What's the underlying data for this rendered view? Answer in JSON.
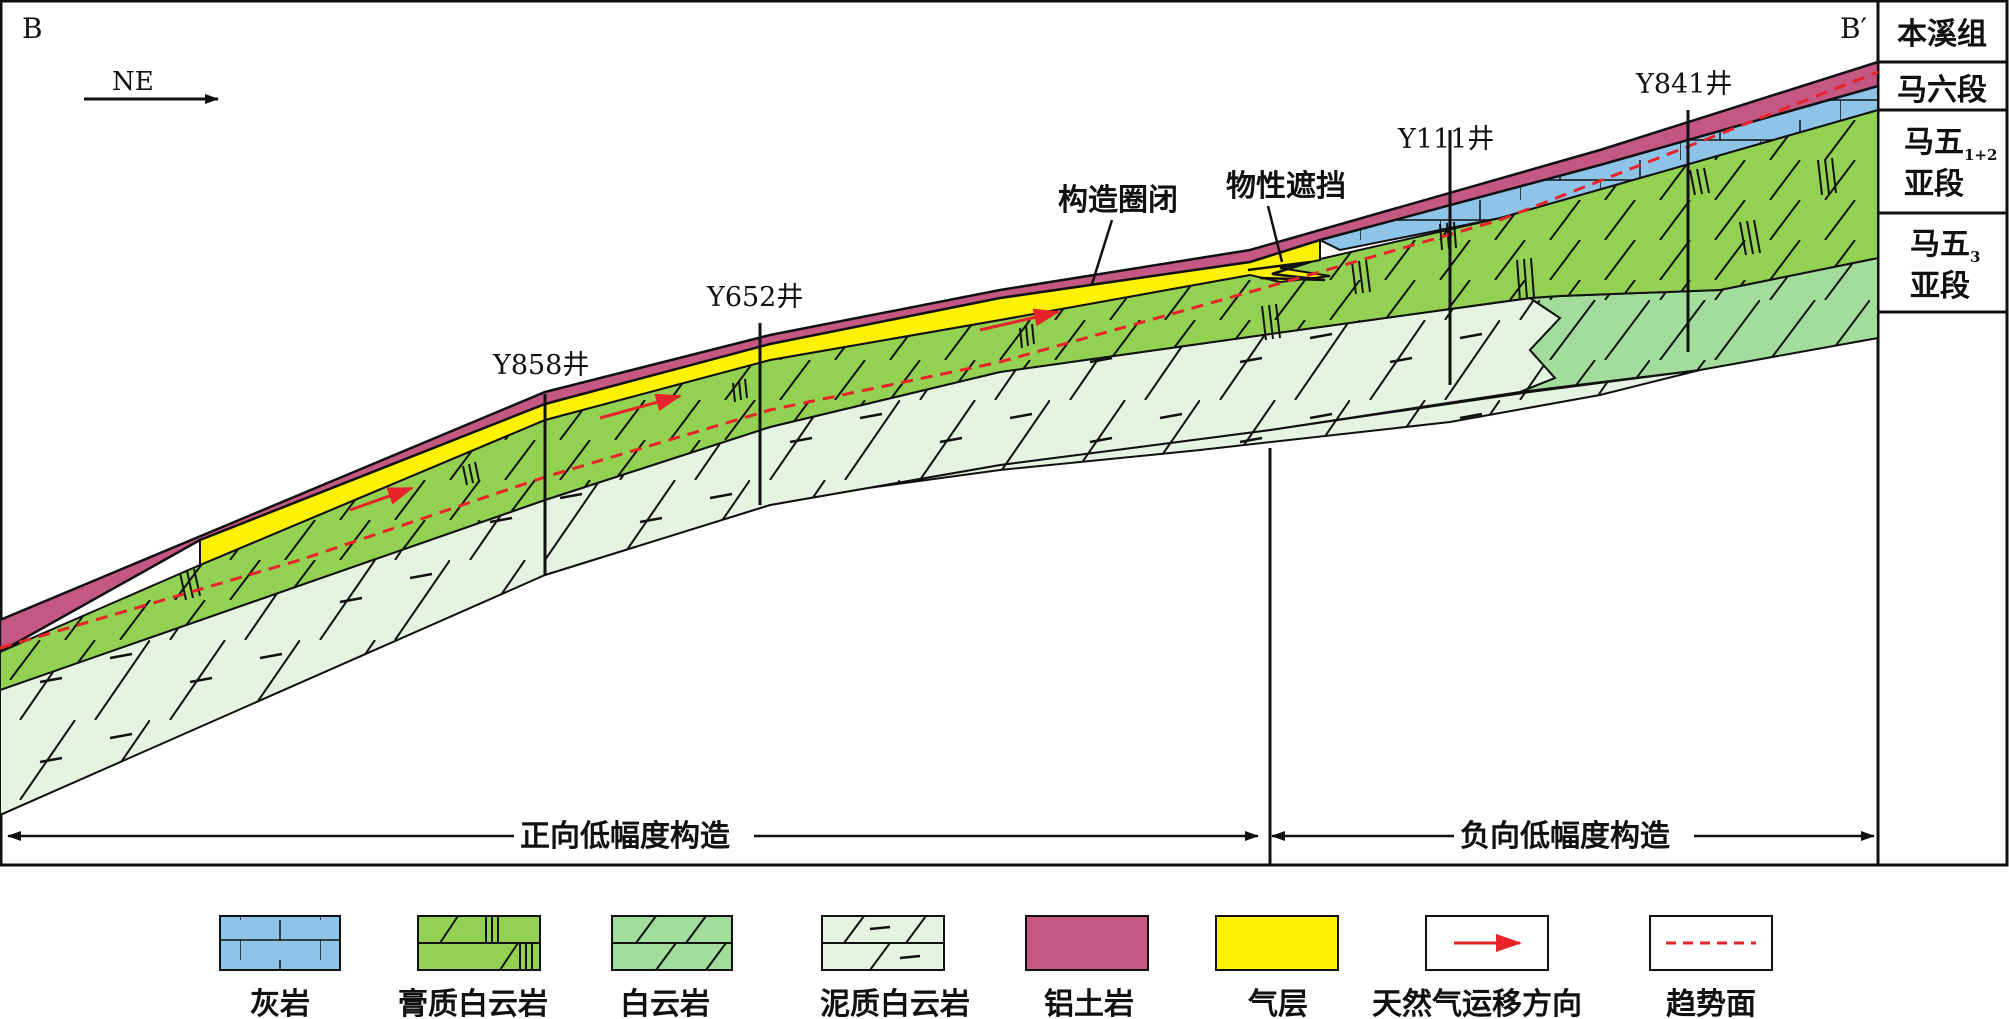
{
  "section": {
    "left_label": "B",
    "right_label": "B′",
    "direction_label": "NE"
  },
  "wells": [
    {
      "id": "w1",
      "label": "Y858井"
    },
    {
      "id": "w2",
      "label": "Y652井"
    },
    {
      "id": "w3",
      "label": "Y111井"
    },
    {
      "id": "w4",
      "label": "Y841井"
    }
  ],
  "annotations": {
    "structural_closure": "构造圈闭",
    "physical_barrier": "物性遮挡"
  },
  "zones": {
    "positive": "正向低幅度构造",
    "negative": "负向低幅度构造"
  },
  "strat_column": {
    "benxi": "本溪组",
    "ma6": "马六段",
    "ma512_main": "马五",
    "ma512_sub": "1+2",
    "ma512_tail": "亚段",
    "ma53_main": "马五",
    "ma53_sub": "3",
    "ma53_tail": "亚段"
  },
  "legend": [
    {
      "name": "limestone",
      "label": "灰岩",
      "color": "#8ec4e8"
    },
    {
      "name": "gypsum-dolomite",
      "label": "膏质白云岩",
      "color": "#93d152"
    },
    {
      "name": "dolomite",
      "label": "白云岩",
      "color": "#a3dd9c"
    },
    {
      "name": "argillaceous-dolomite",
      "label": "泥质白云岩",
      "color": "#e4f4e0"
    },
    {
      "name": "bauxite",
      "label": "铝土岩",
      "color": "#c45882"
    },
    {
      "name": "gas-layer",
      "label": "气层",
      "color": "#fff200"
    },
    {
      "name": "gas-migration",
      "label": "天然气运移方向",
      "color": "#e8232a"
    },
    {
      "name": "trend-surface",
      "label": "趋势面",
      "color": "#e8232a"
    }
  ]
}
